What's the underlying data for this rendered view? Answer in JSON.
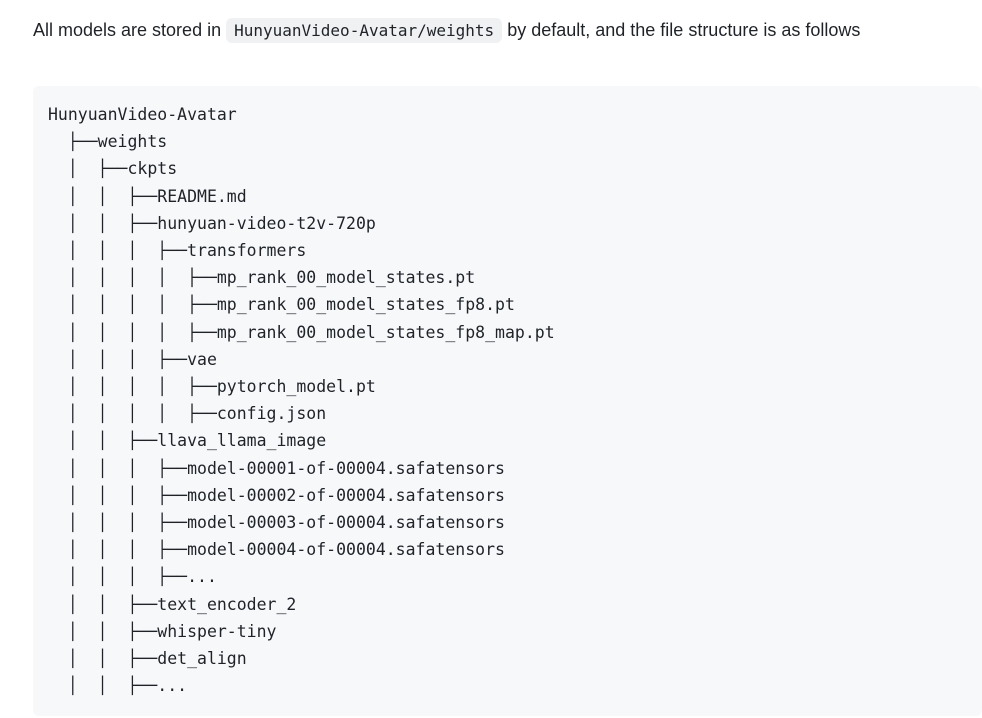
{
  "intro": {
    "text_before": "All models are stored in ",
    "inline_code": "HunyuanVideo-Avatar/weights",
    "text_after": " by default, and the file structure is as follows"
  },
  "code_block": {
    "language": "plaintext",
    "lines": [
      "HunyuanVideo-Avatar",
      "  ├──weights",
      "  │  ├──ckpts",
      "  │  │  ├──README.md",
      "  │  │  ├──hunyuan-video-t2v-720p",
      "  │  │  │  ├──transformers",
      "  │  │  │  │  ├──mp_rank_00_model_states.pt",
      "  │  │  │  │  ├──mp_rank_00_model_states_fp8.pt",
      "  │  │  │  │  ├──mp_rank_00_model_states_fp8_map.pt",
      "  │  │  │  ├──vae",
      "  │  │  │  │  ├──pytorch_model.pt",
      "  │  │  │  │  ├──config.json",
      "  │  │  ├──llava_llama_image",
      "  │  │  │  ├──model-00001-of-00004.safatensors",
      "  │  │  │  ├──model-00002-of-00004.safatensors",
      "  │  │  │  ├──model-00003-of-00004.safatensors",
      "  │  │  │  ├──model-00004-of-00004.safatensors",
      "  │  │  │  ├──...",
      "  │  │  ├──text_encoder_2",
      "  │  │  ├──whisper-tiny",
      "  │  │  ├──det_align",
      "  │  │  ├──..."
    ]
  },
  "colors": {
    "page_background": "#ffffff",
    "text": "#1f2328",
    "code_block_background": "#f6f8fa",
    "inline_code_background": "#eff1f3"
  }
}
